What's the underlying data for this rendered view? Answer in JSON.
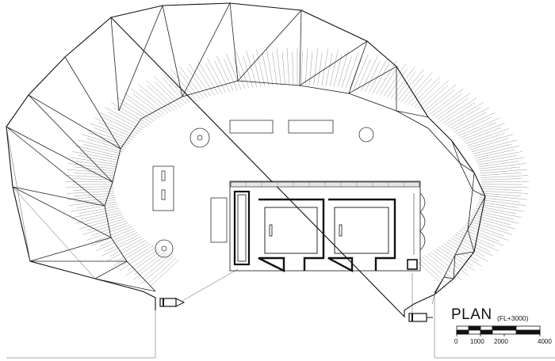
{
  "drawing": {
    "title": "PLAN",
    "subtitle": "(FL+3000)"
  },
  "scale_bar": {
    "ticks": [
      "0",
      "1000",
      "2000",
      "4000"
    ]
  },
  "colors": {
    "ink": "#111111",
    "hatch": "#9a9a9a",
    "wall": "#1a1a1a",
    "background": "#ffffff"
  }
}
